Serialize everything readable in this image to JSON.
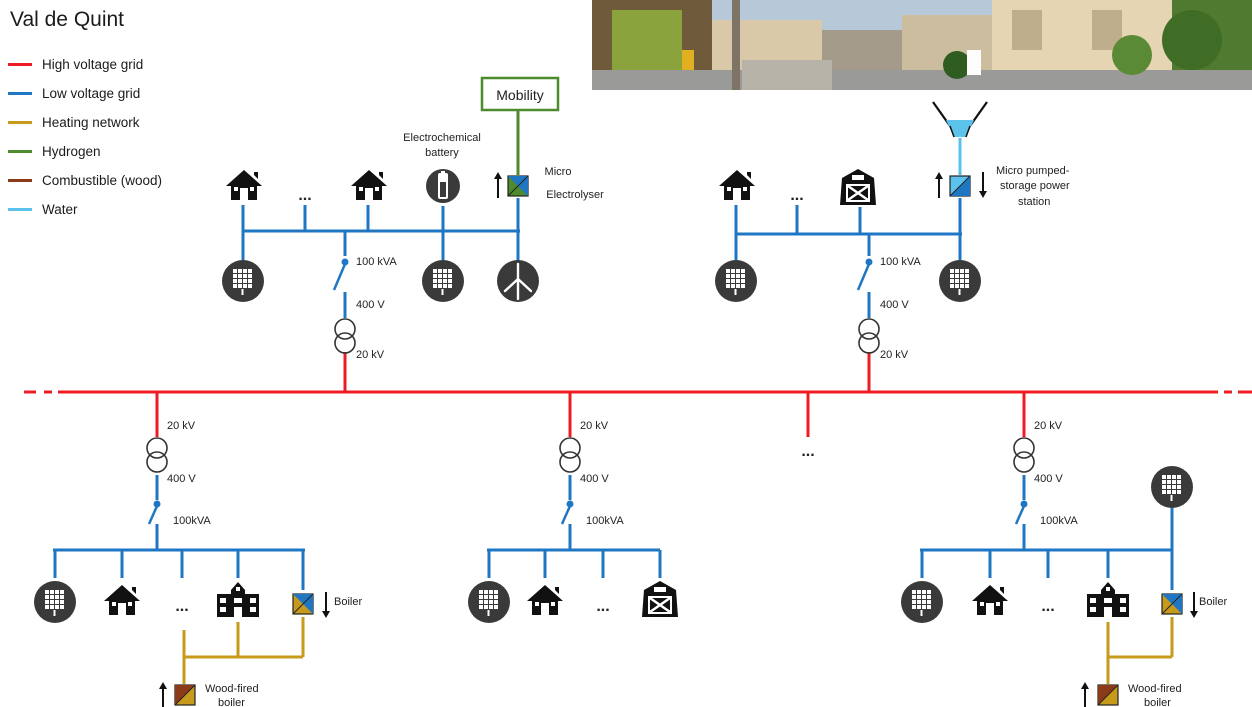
{
  "title": "Val de Quint",
  "legend": [
    {
      "label": "High voltage grid",
      "color": "#ed1c24"
    },
    {
      "label": "Low voltage grid",
      "color": "#1f77c4"
    },
    {
      "label": "Heating network",
      "color": "#c89a1c"
    },
    {
      "label": "Hydrogen",
      "color": "#4e8a2e"
    },
    {
      "label": "Combustible (wood)",
      "color": "#8b3a1a"
    },
    {
      "label": "Water",
      "color": "#5bc2ec"
    }
  ],
  "colors": {
    "hv": "#ed1c24",
    "lv": "#1f77c4",
    "heat": "#c89a1c",
    "hydrogen": "#4e8a2e",
    "wood": "#8b3a1a",
    "water": "#5bc2ec",
    "icon": "#3a3a3a"
  },
  "labels": {
    "mobility": "Mobility",
    "battery_line1": "Electrochemical",
    "battery_line2": "battery",
    "electrolyser_line1": "Micro",
    "electrolyser_line2": "Electrolyser",
    "pumped_line1": "Micro pumped-",
    "pumped_line2": "storage power",
    "pumped_line3": "station",
    "kva": "100 kVA",
    "kva_low": "100kVA",
    "v400": "400 V",
    "kv20": "20 kV",
    "boiler": "Boiler",
    "wood_line1": "Wood-fired",
    "wood_line2": "boiler",
    "ellipsis": "..."
  },
  "icons": {
    "house": "house-icon",
    "barn": "barn-icon",
    "school": "school-icon",
    "solar": "solar-panel-icon",
    "wind": "wind-turbine-icon",
    "battery": "battery-icon",
    "converter": "converter-icon",
    "transformer": "transformer-icon",
    "switch": "switch-icon",
    "funnel": "water-reservoir-icon",
    "photo": "village-photo"
  }
}
